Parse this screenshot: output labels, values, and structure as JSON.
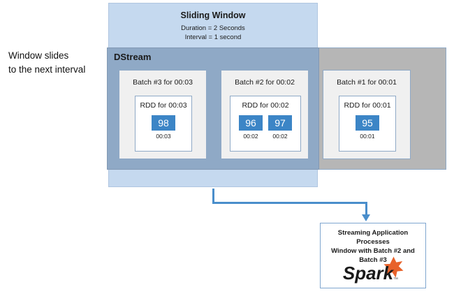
{
  "caption": {
    "text": "Window slides\nto the next interval"
  },
  "sliding_window": {
    "title": "Sliding Window",
    "subtitle": "Duration = 2 Seconds\nInterval = 1 second"
  },
  "dstream": {
    "label": "DStream"
  },
  "batches": [
    {
      "title": "Batch #3 for 00:03",
      "rdd_title": "RDD for 00:03",
      "cells": [
        {
          "value": "98",
          "time": "00:03"
        }
      ]
    },
    {
      "title": "Batch #2 for 00:02",
      "rdd_title": "RDD for 00:02",
      "cells": [
        {
          "value": "96",
          "time": "00:02"
        },
        {
          "value": "97",
          "time": "00:02"
        }
      ]
    },
    {
      "title": "Batch #1 for 00:01",
      "rdd_title": "RDD for 00:01",
      "cells": [
        {
          "value": "95",
          "time": "00:01"
        }
      ]
    }
  ],
  "app_box": {
    "text": "Streaming Application\nProcesses\nWindow with Batch #2 and\nBatch #3",
    "logo_text": "Spark",
    "logo_mark": "spark-star"
  },
  "colors": {
    "window_fill": "#c5d9ef",
    "dstream_blue": "#8fa9c6",
    "dstream_grey": "#b6b6b6",
    "batch_fill": "#f0f0f0",
    "cell_blue": "#3c85c6",
    "arrow": "#4a8ecb",
    "spark_orange": "#e8622a",
    "spark_text": "#1a1a1a"
  }
}
